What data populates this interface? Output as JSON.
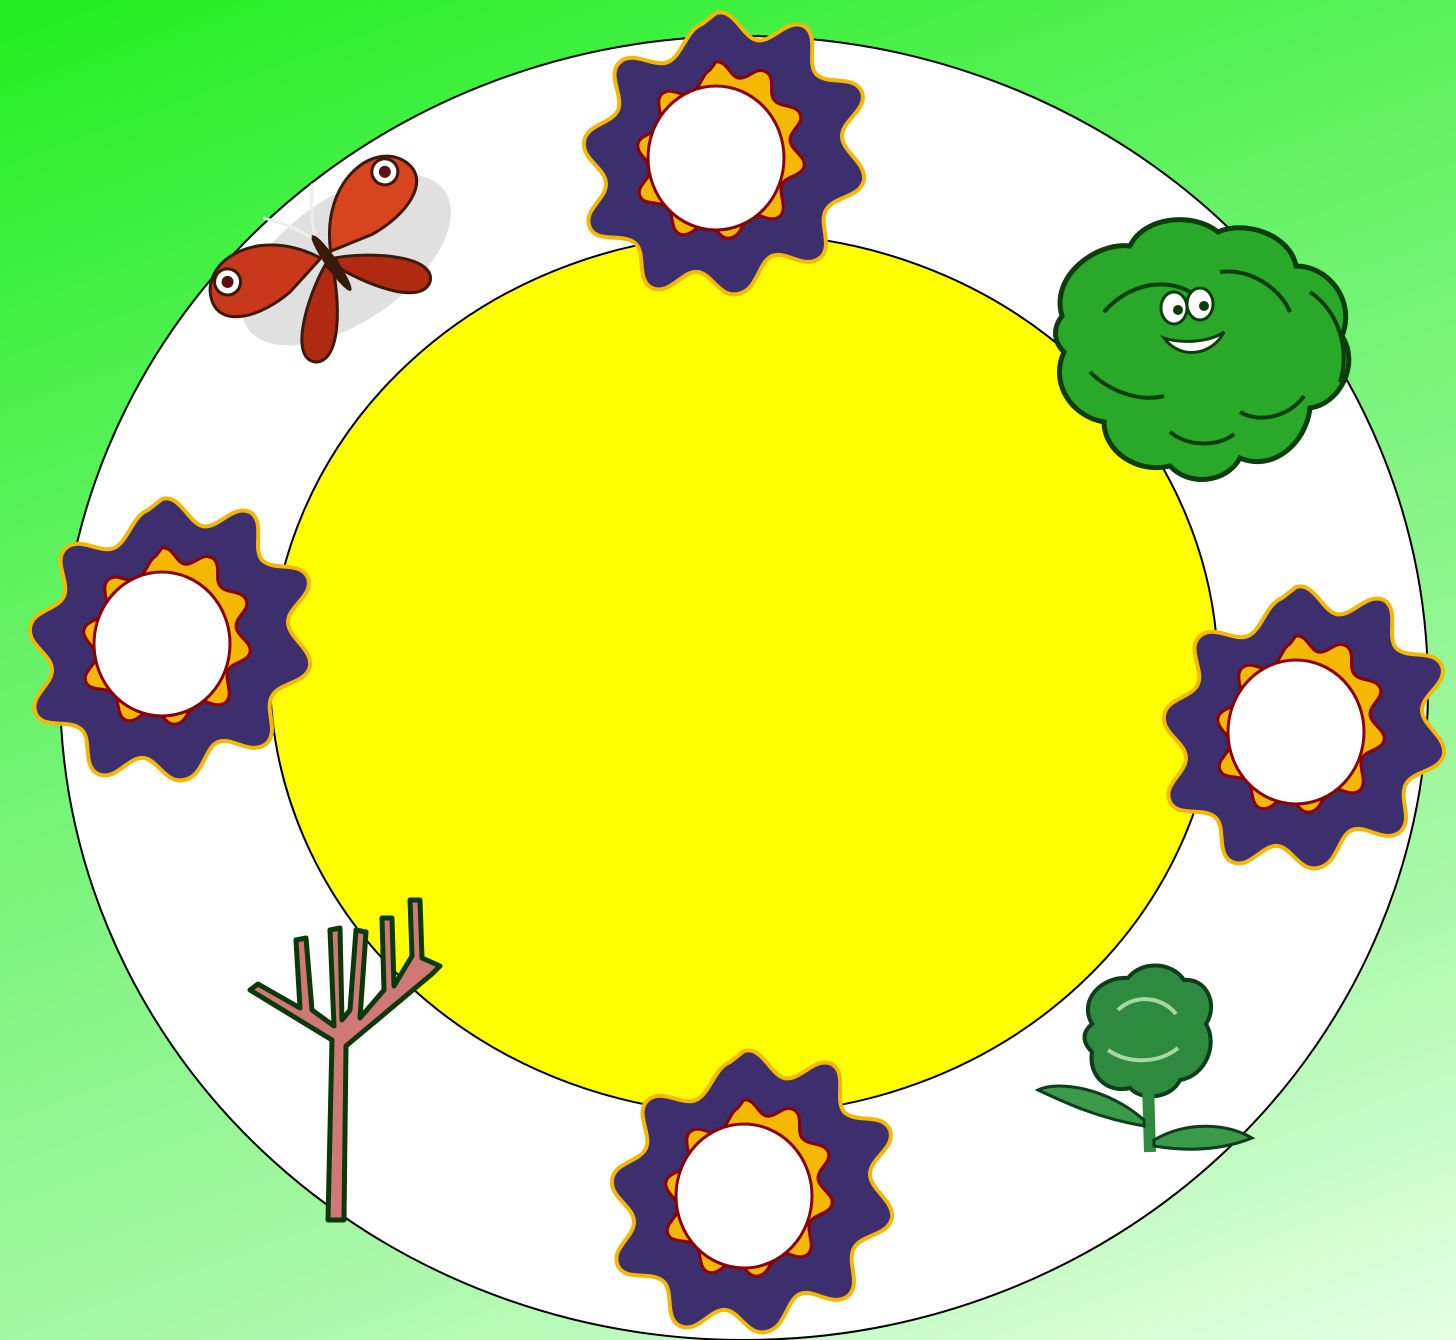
{
  "colors": {
    "background_gradient": [
      "#22ee22",
      "#66f266",
      "#a8f8a8",
      "#e6ffe6"
    ],
    "outer_ring": "#ffffff",
    "inner_circle": "#ffff00",
    "gear_outer": "#3d2e6e",
    "gear_inner": "#f5b800",
    "gear_edge": "#8b0000",
    "gear_center": "#ffffff"
  },
  "gears": [
    {
      "id": "gear-top"
    },
    {
      "id": "gear-left"
    },
    {
      "id": "gear-right"
    },
    {
      "id": "gear-bottom"
    }
  ],
  "icons": {
    "butterfly": "butterfly-icon",
    "lettuce": "lettuce-icon",
    "tree": "bare-tree-icon",
    "cabbage_sprout": "cabbage-sprout-icon"
  }
}
